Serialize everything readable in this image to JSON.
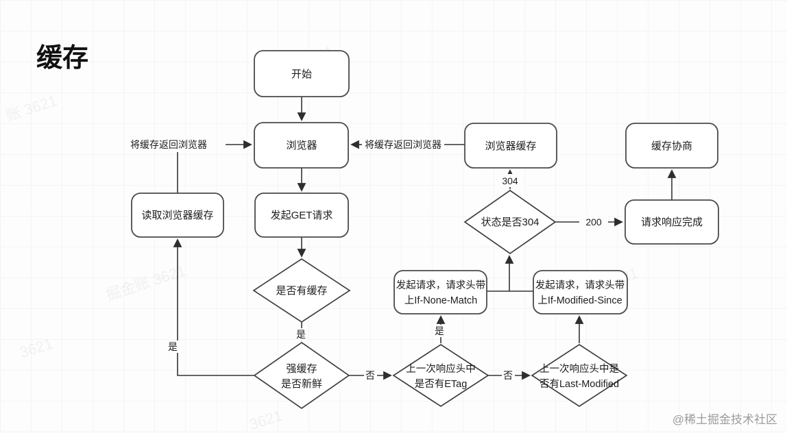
{
  "title": "缓存",
  "canvas": {
    "nodes": {
      "start": {
        "label": "开始"
      },
      "browser": {
        "label": "浏览器"
      },
      "browser_cache": {
        "label": "浏览器缓存"
      },
      "cache_negotiation": {
        "label": "缓存协商"
      },
      "read_browser_cache": {
        "label": "读取浏览器缓存"
      },
      "send_get_request": {
        "label": "发起GET请求"
      },
      "request_response_done": {
        "label": "请求响应完成"
      },
      "req_with_if_none_match": {
        "lines": [
          "发起请求，请求头带",
          "上If-None-Match"
        ]
      },
      "req_with_if_modified_since": {
        "lines": [
          "发起请求，请求头带",
          "上If-Modified-Since"
        ]
      },
      "has_cache": {
        "label": "是否有缓存"
      },
      "status_is_304": {
        "label": "状态是否304"
      },
      "strong_cache_fresh": {
        "lines": [
          "强缓存",
          "是否新鲜"
        ]
      },
      "has_etag": {
        "lines": [
          "上一次响应头中",
          "是否有ETag"
        ]
      },
      "has_last_modified": {
        "lines": [
          "上一次响应头中是",
          "否有Last-Modified"
        ]
      }
    },
    "edge_labels": {
      "return_cache_to_browser_left": "将缓存返回浏览器",
      "return_cache_to_browser_right": "将缓存返回浏览器",
      "status_304": "304",
      "status_200": "200",
      "yes_has_cache": "是",
      "yes_fresh": "是",
      "yes_etag": "是",
      "no_fresh": "否",
      "no_etag": "否"
    }
  },
  "background_marks": [
    {
      "text": "掘金账 3621"
    },
    {
      "text": "账 3621"
    },
    {
      "text": "掘金账 3621"
    },
    {
      "text": "3621"
    },
    {
      "text": "掘金 3621"
    },
    {
      "text": "3621"
    }
  ],
  "footer_watermark": "@稀土掘金技术社区",
  "colors": {
    "node_border": "#4a4a4a",
    "node_fill": "#ffffff",
    "edge": "#333333",
    "grid": "#efeced",
    "text": "#1c1c1c",
    "footer_watermark": "#9c9c9c"
  }
}
